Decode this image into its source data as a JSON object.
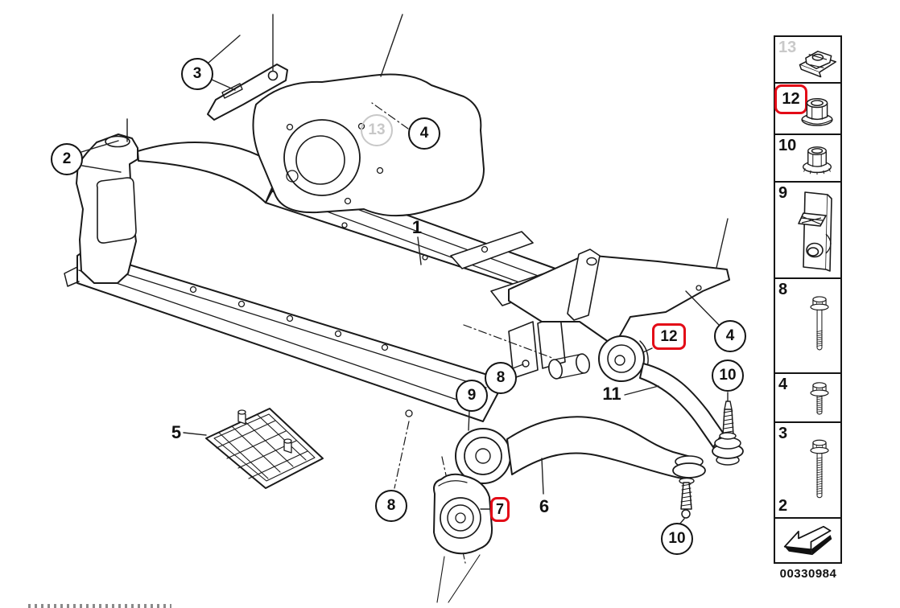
{
  "diagram": {
    "title_hint": "front-axle-support-exploded-view",
    "callouts": [
      {
        "label": "3",
        "style": "circle"
      },
      {
        "label": "2",
        "style": "circle"
      },
      {
        "label": "13",
        "style": "circle-muted"
      },
      {
        "label": "4",
        "style": "circle"
      },
      {
        "label": "1",
        "style": "plain"
      },
      {
        "label": "5",
        "style": "plain"
      },
      {
        "label": "8",
        "style": "circle"
      },
      {
        "label": "9",
        "style": "circle"
      },
      {
        "label": "8",
        "style": "circle"
      },
      {
        "label": "7",
        "style": "red-box"
      },
      {
        "label": "6",
        "style": "plain"
      },
      {
        "label": "11",
        "style": "plain"
      },
      {
        "label": "12",
        "style": "red-box"
      },
      {
        "label": "4",
        "style": "circle"
      },
      {
        "label": "10",
        "style": "circle"
      },
      {
        "label": "10",
        "style": "circle"
      }
    ]
  },
  "sidebar": {
    "items": [
      {
        "label": "13",
        "icon": "cage-nut",
        "muted": true,
        "highlighted": false
      },
      {
        "label": "12",
        "icon": "flange-lock-nut",
        "muted": false,
        "highlighted": true
      },
      {
        "label": "10",
        "icon": "flange-nut",
        "muted": false,
        "highlighted": false
      },
      {
        "label": "9",
        "icon": "clip-nut-plate",
        "muted": false,
        "highlighted": false
      },
      {
        "label": "8",
        "icon": "flange-bolt-long",
        "muted": false,
        "highlighted": false
      },
      {
        "label": "4",
        "icon": "flange-bolt-short",
        "muted": false,
        "highlighted": false
      },
      {
        "label": "3",
        "label_secondary": "2",
        "icon": "flange-bolt-extra-long",
        "muted": false,
        "highlighted": false
      },
      {
        "label": "",
        "icon": "direction-arrow",
        "muted": false,
        "highlighted": false
      }
    ]
  },
  "footer": {
    "part_number": "00330984"
  },
  "colors": {
    "highlight_red": "#e30b17",
    "muted_gray": "#c8c8c8",
    "line_black": "#1a1a1a",
    "background": "#ffffff"
  }
}
